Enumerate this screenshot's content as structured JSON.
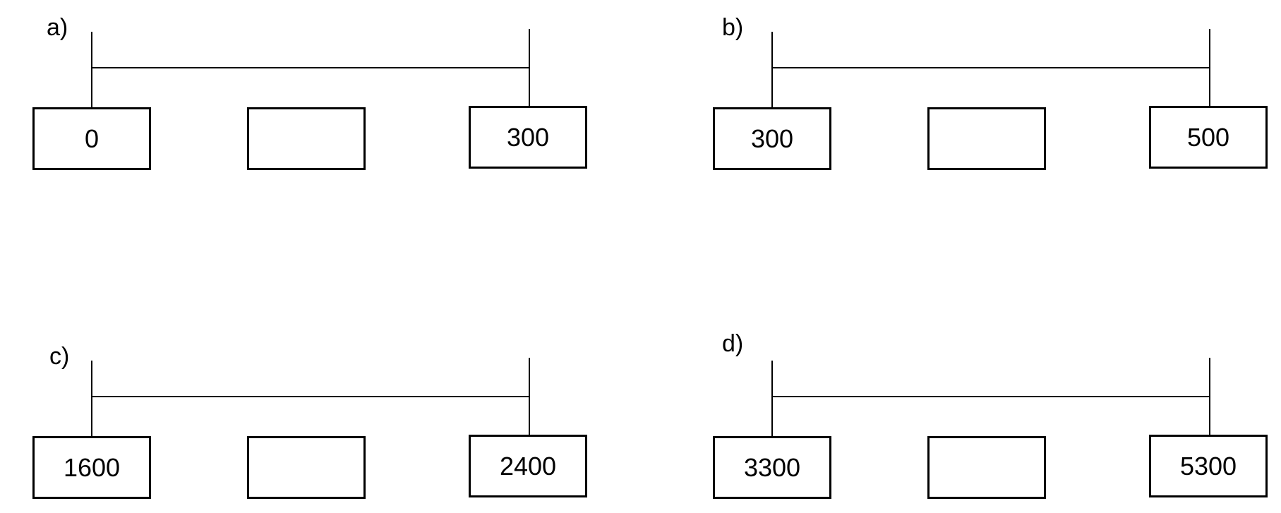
{
  "panels": [
    {
      "label": "a)",
      "left_value": "0",
      "middle_value": "",
      "right_value": "300"
    },
    {
      "label": "b)",
      "left_value": "300",
      "middle_value": "",
      "right_value": "500"
    },
    {
      "label": "c)",
      "left_value": "1600",
      "middle_value": "",
      "right_value": "2400"
    },
    {
      "label": "d)",
      "left_value": "3300",
      "middle_value": "",
      "right_value": "5300"
    }
  ]
}
